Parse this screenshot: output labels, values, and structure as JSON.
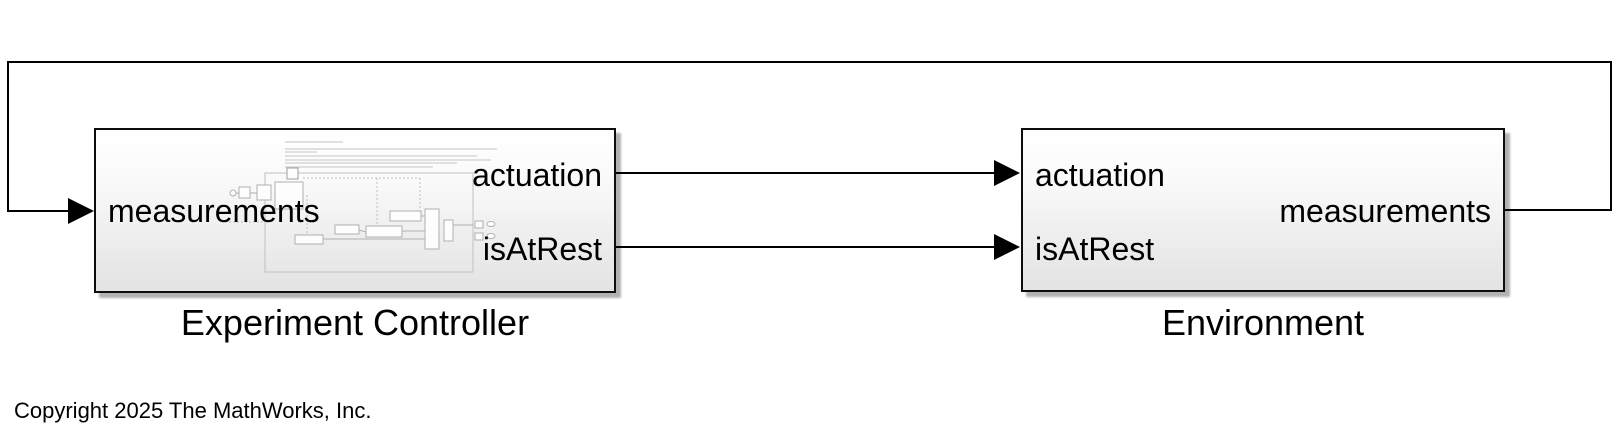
{
  "blocks": {
    "controller": {
      "name": "Experiment Controller",
      "input_ports": [
        "measurements"
      ],
      "output_ports": [
        "actuation",
        "isAtRest"
      ]
    },
    "environment": {
      "name": "Environment",
      "input_ports": [
        "actuation",
        "isAtRest"
      ],
      "output_ports": [
        "measurements"
      ]
    }
  },
  "connections": [
    {
      "from": "Experiment Controller:actuation",
      "to": "Environment:actuation"
    },
    {
      "from": "Experiment Controller:isAtRest",
      "to": "Environment:isAtRest"
    },
    {
      "from": "Environment:measurements",
      "to": "Experiment Controller:measurements"
    }
  ],
  "copyright": "Copyright 2025 The MathWorks, Inc.",
  "colors": {
    "background": "#ffffff",
    "block_border": "#000000",
    "block_fill_top": "#ffffff",
    "block_fill_bottom": "#e3e3e3",
    "wire": "#000000"
  }
}
